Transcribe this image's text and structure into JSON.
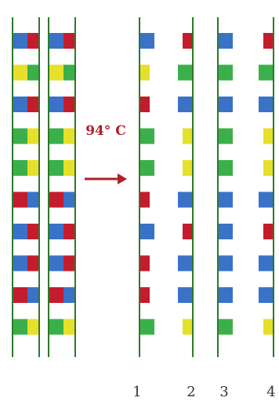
{
  "diagram": {
    "temperature_label": "94° C",
    "strand_labels": [
      "1",
      "2",
      "3",
      "4"
    ],
    "colors": {
      "blue": "#3a72c8",
      "red": "#c41c2c",
      "green": "#3bb04a",
      "yellow": "#e6e02a",
      "backbone": "#2a7a2a",
      "arrow": "#b0202a",
      "text": "#b0202a",
      "number": "#333333"
    },
    "double_helix_pairs": [
      [
        "blue",
        "red"
      ],
      [
        "yellow",
        "green"
      ],
      [
        "blue",
        "red"
      ],
      [
        "green",
        "yellow"
      ],
      [
        "green",
        "yellow"
      ],
      [
        "red",
        "blue"
      ],
      [
        "blue",
        "red"
      ],
      [
        "blue",
        "red"
      ],
      [
        "red",
        "blue"
      ],
      [
        "green",
        "yellow"
      ]
    ],
    "single_strands": [
      [
        "blue",
        "yellow",
        "red",
        "green",
        "green",
        "red",
        "blue",
        "red",
        "red",
        "green"
      ],
      [
        "red",
        "green",
        "blue",
        "yellow",
        "yellow",
        "blue",
        "red",
        "blue",
        "blue",
        "yellow"
      ],
      [
        "blue",
        "green",
        "blue",
        "green",
        "green",
        "blue",
        "blue",
        "blue",
        "blue",
        "green"
      ],
      [
        "red",
        "green",
        "blue",
        "yellow",
        "yellow",
        "blue",
        "red",
        "blue",
        "blue",
        "yellow"
      ]
    ]
  }
}
